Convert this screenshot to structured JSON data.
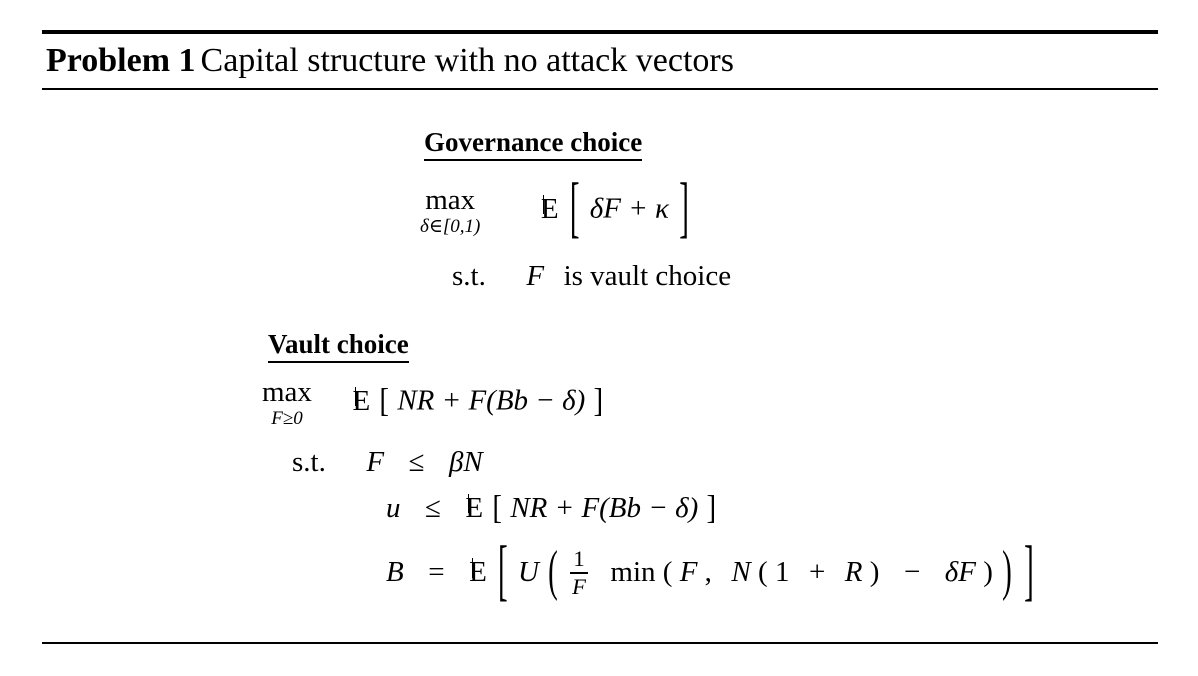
{
  "document": {
    "type": "theorem-environment",
    "title_label": "Problem 1",
    "title_text": "Capital structure with no attack vectors"
  },
  "governance": {
    "heading": "Governance choice",
    "objective": {
      "operator": "max",
      "limits": "δ∈[0,1)",
      "expectation": "E",
      "expression": "δF + κ",
      "full": "max_{δ∈[0,1)} E[δF + κ]"
    },
    "constraint_keyword": "s.t.",
    "constraints": [
      {
        "variable": "F",
        "text": "is vault choice",
        "full": "F is vault choice"
      }
    ]
  },
  "vault": {
    "heading": "Vault choice",
    "objective": {
      "operator": "max",
      "limits": "F≥0",
      "expectation": "E",
      "expression": "NR + F(Bb − δ)",
      "full": "max_{F≥0} E[NR + F(Bb − δ)]"
    },
    "constraint_keyword": "s.t.",
    "constraints": [
      {
        "lhs": "F",
        "relation": "≤",
        "rhs": "βN",
        "full": "F ≤ βN"
      },
      {
        "lhs": "u",
        "relation": "≤",
        "rhs": "E[NR + F(Bb − δ)]",
        "full": "u ≤ E[NR + F(Bb − δ)]"
      },
      {
        "lhs": "B",
        "relation": "=",
        "rhs": "E[U((1/F) min(F, N(1 + R) − δF))]",
        "full": "B = E[U((1/F) min(F, N(1 + R) − δF))]"
      }
    ]
  },
  "symbols": {
    "delta": "δ",
    "kappa": "κ",
    "beta": "β",
    "expectation": "E",
    "min": "min",
    "one": "1",
    "N": "N",
    "R": "R",
    "F": "F",
    "B": "B",
    "b": "b",
    "U": "U",
    "u": "u",
    "plus": "+",
    "minus": "−",
    "leq": "≤",
    "eq": "=",
    "comma": ",",
    "lbrack": "[",
    "rbrack": "]",
    "lparen": "(",
    "rparen": ")",
    "interval_lower": "[0,1)",
    "in": "∈",
    "geq_zero": "≥0"
  },
  "colors": {
    "text": "#000000",
    "background": "#ffffff",
    "rule": "#000000"
  }
}
